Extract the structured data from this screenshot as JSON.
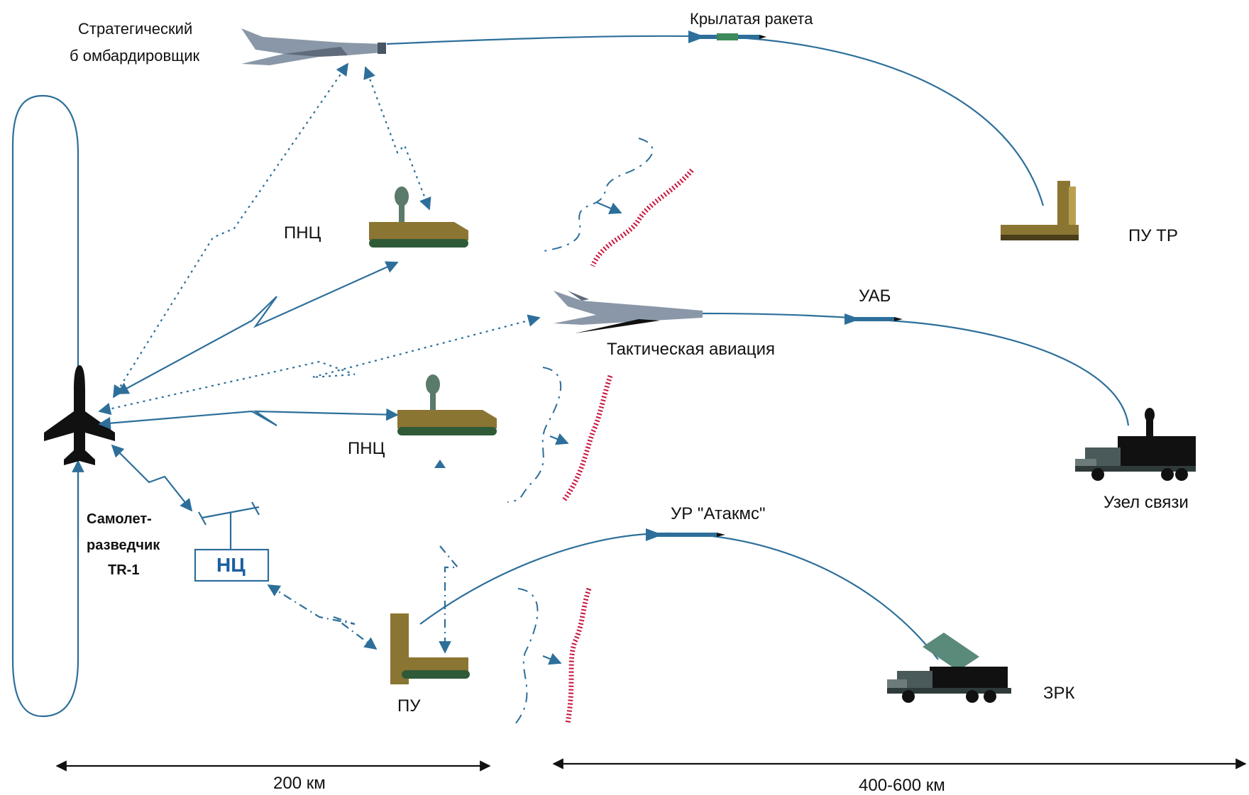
{
  "labels": {
    "strategic_bomber_1": "Стратегический",
    "strategic_bomber_2": "б омбардировщик",
    "cruise_missile": "Крылатая ракета",
    "pnc_top": "ПНЦ",
    "pu_tr": "ПУ ТР",
    "uab": "УАБ",
    "tactical_aviation": "Тактическая авиация",
    "pnc_mid": "ПНЦ",
    "comm_node": "Узел связи",
    "ur_atacms": "УР \"Атакмс\"",
    "recon_1": "Самолет-",
    "recon_2": "разведчик",
    "recon_3": "TR-1",
    "nc": "НЦ",
    "pu": "ПУ",
    "zrk": "ЗРК",
    "scale_left": "200 км",
    "scale_right": "400-600 км"
  },
  "colors": {
    "link_blue": "#2d6f9a",
    "jamming_red": "#c8143c",
    "vehicle_olive": "#8b7532",
    "vehicle_green": "#2f5a38",
    "aircraft_grey": "#8a97a8",
    "aircraft_black": "#111111"
  }
}
